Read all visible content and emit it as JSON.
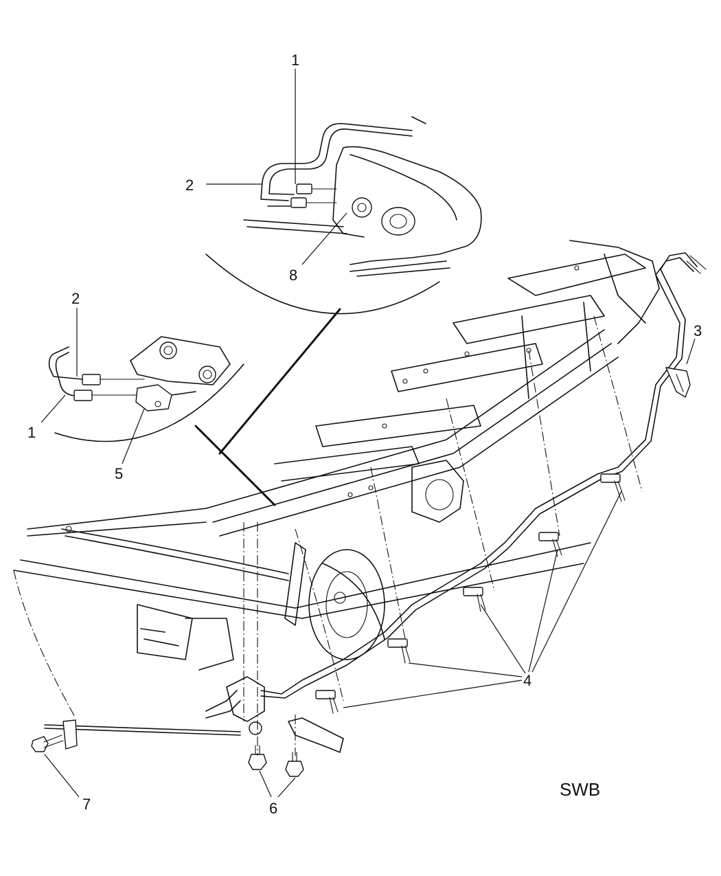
{
  "diagram": {
    "variant_label": "SWB",
    "callouts": [
      {
        "id": "1",
        "label": "1"
      },
      {
        "id": "2",
        "label": "2"
      },
      {
        "id": "3",
        "label": "3"
      },
      {
        "id": "4",
        "label": "4"
      },
      {
        "id": "5",
        "label": "5"
      },
      {
        "id": "6",
        "label": "6"
      },
      {
        "id": "7",
        "label": "7"
      },
      {
        "id": "8",
        "label": "8"
      }
    ]
  }
}
